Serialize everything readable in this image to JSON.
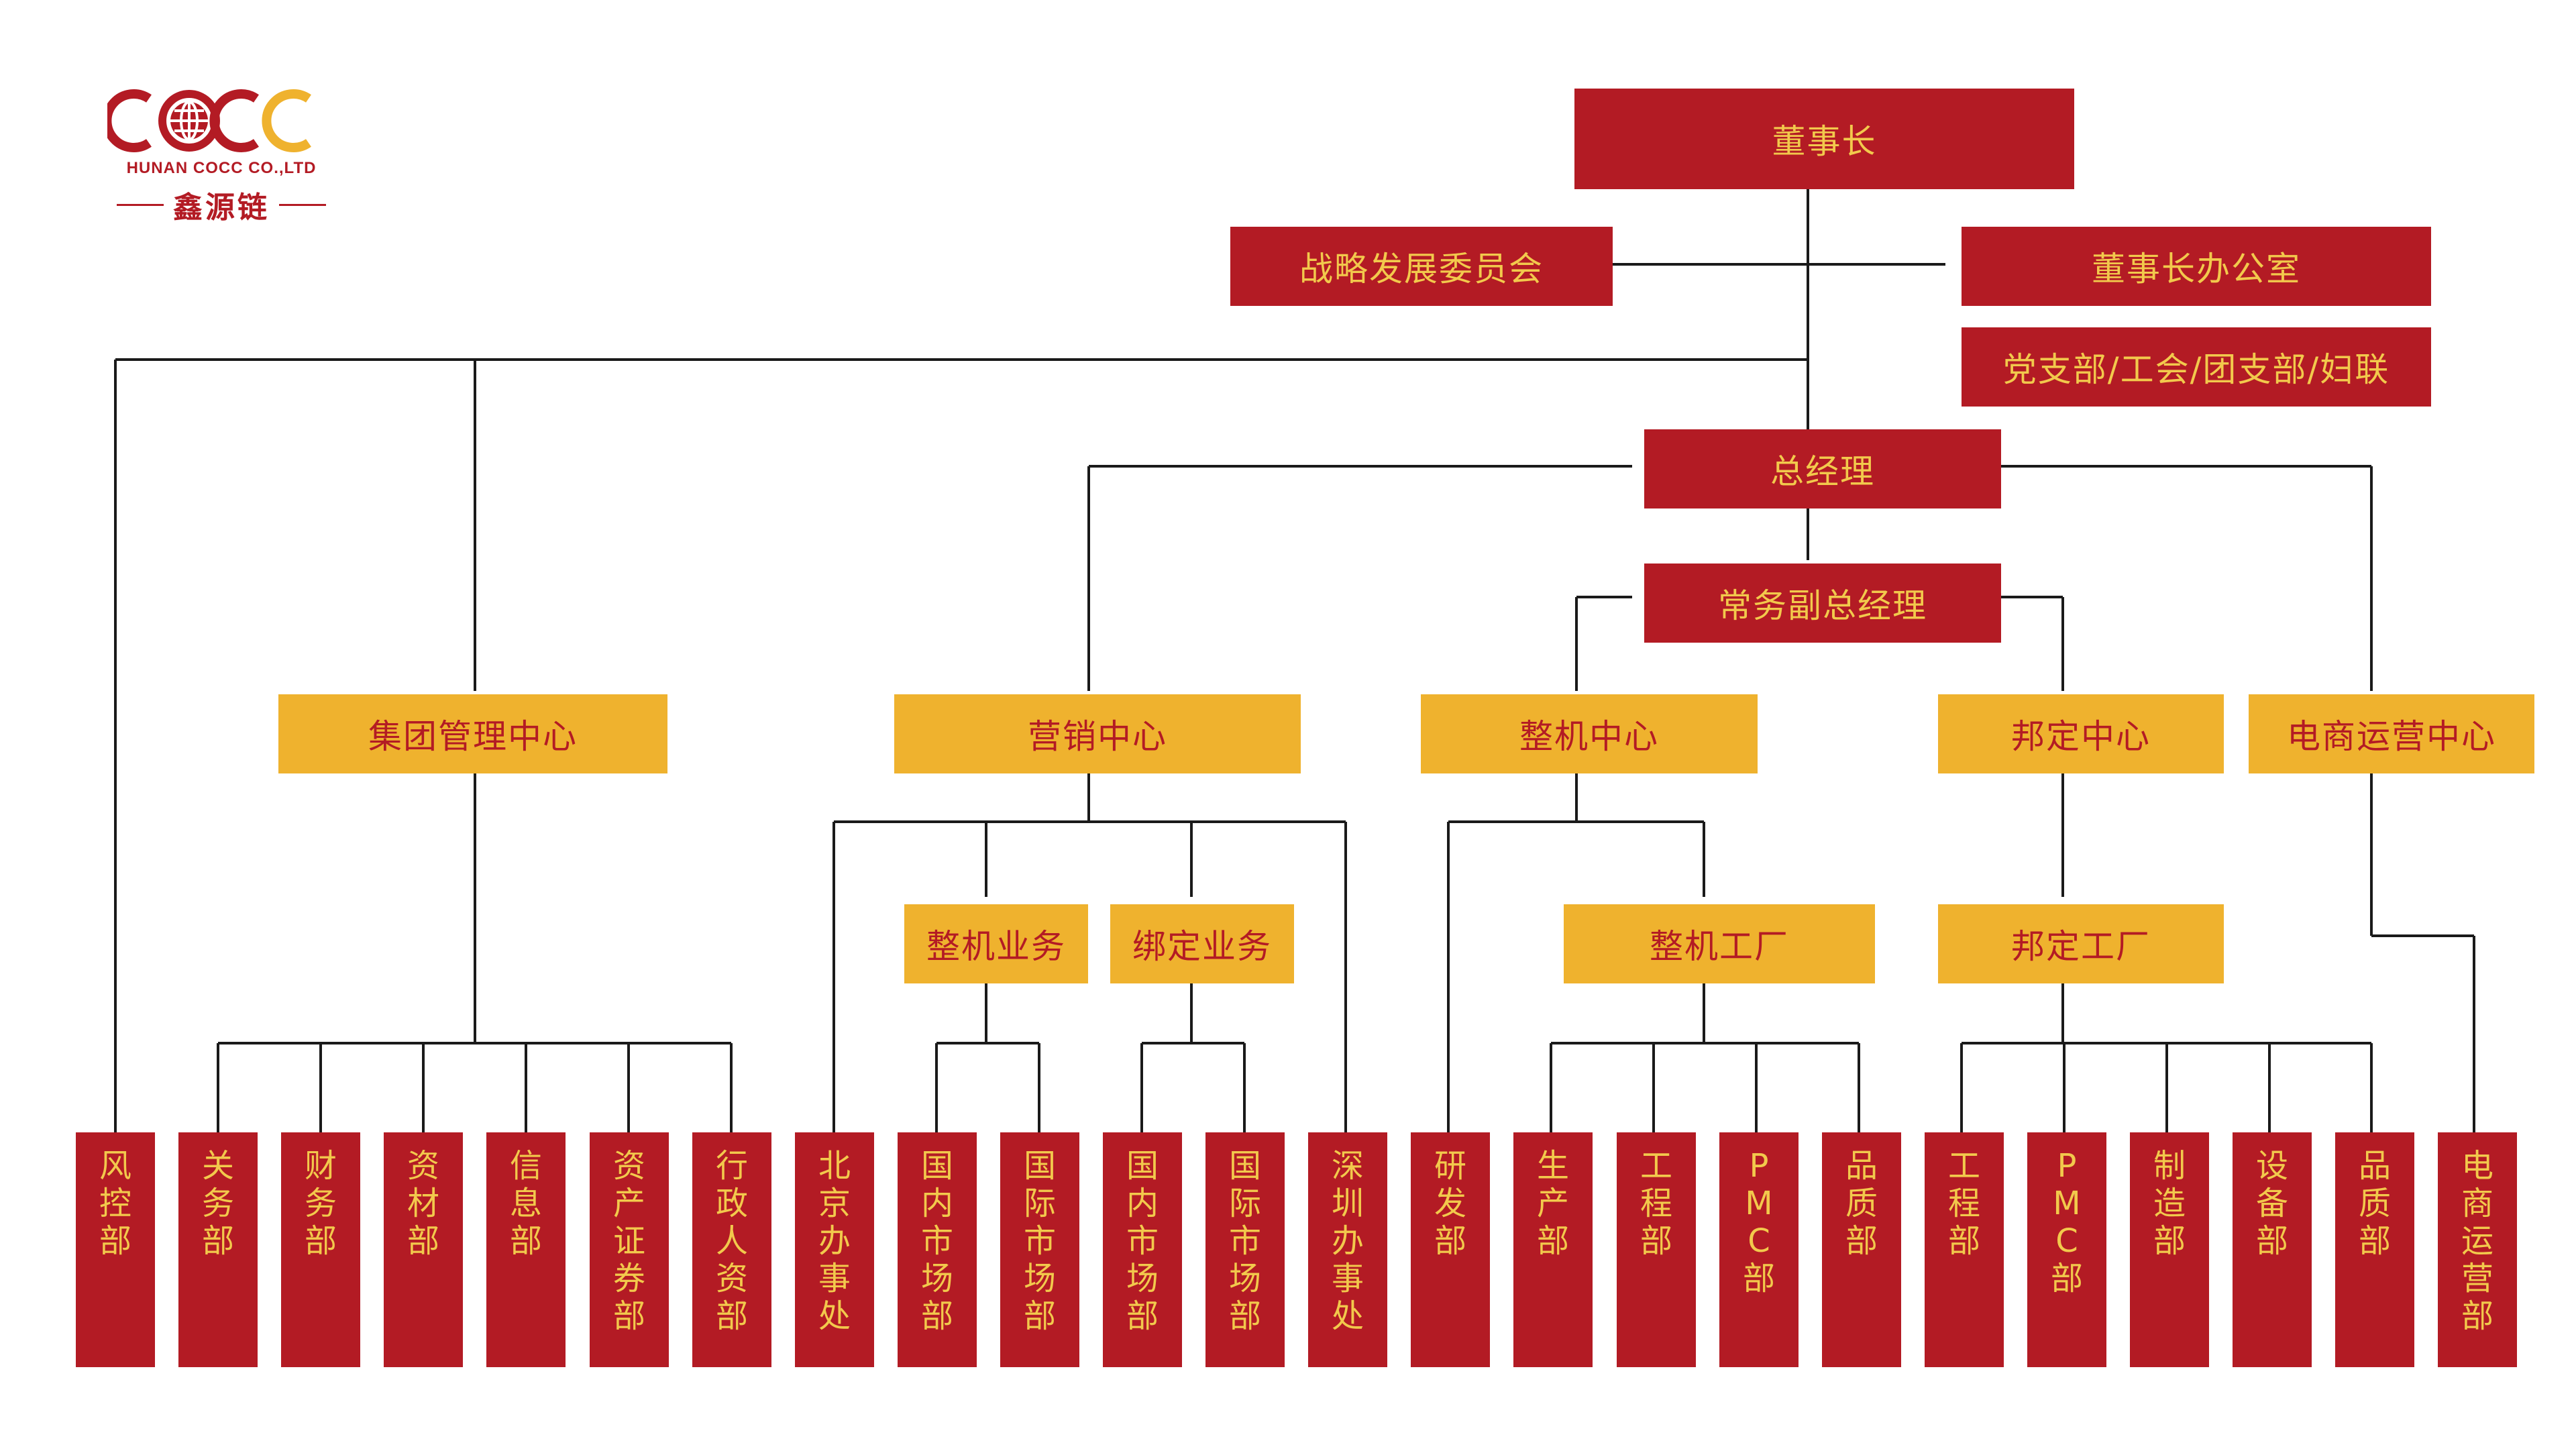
{
  "logo": {
    "mark": "COCC",
    "company": "HUNAN COCC CO.,LTD",
    "name_cn": "鑫源链"
  },
  "colors": {
    "red": "#b31b24",
    "gold": "#efb22e",
    "red_text": "#f2c94c",
    "line": "#1a1a1a"
  },
  "top": {
    "chairman": "董事长",
    "strategy_committee": "战略发展委员会",
    "chairman_office": "董事长办公室",
    "party_union": "党支部/工会/团支部/妇联",
    "general_manager": "总经理",
    "executive_deputy_gm": "常务副总经理"
  },
  "centers": {
    "group_mgmt": "集团管理中心",
    "marketing": "营销中心",
    "machine": "整机中心",
    "bonding": "邦定中心",
    "ecommerce": "电商运营中心"
  },
  "sub_units": {
    "machine_business": "整机业务",
    "bonding_business": "绑定业务",
    "machine_factory": "整机工厂",
    "bonding_factory": "邦定工厂"
  },
  "departments": [
    "风控部",
    "关务部",
    "财务部",
    "资材部",
    "信息部",
    "资产证券部",
    "行政人资部",
    "北京办事处",
    "国内市场部",
    "国际市场部",
    "国内市场部",
    "国际市场部",
    "深圳办事处",
    "研发部",
    "生产部",
    "工程部",
    "PMC部",
    "品质部",
    "工程部",
    "PMC部",
    "制造部",
    "设备部",
    "品质部",
    "电商运营部"
  ]
}
